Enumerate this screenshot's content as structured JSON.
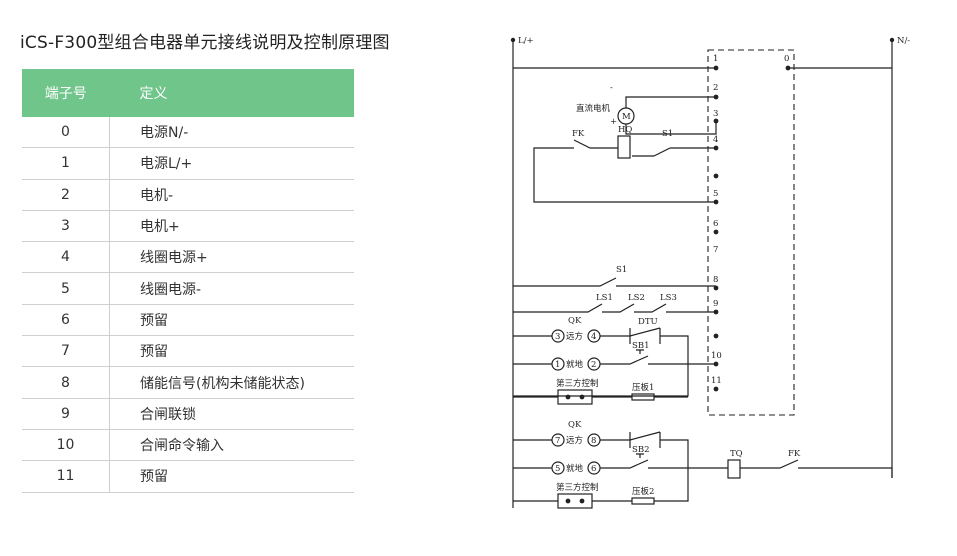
{
  "title": "iCS-F300型组合电器单元接线说明及控制原理图",
  "table": {
    "headers": [
      "端子号",
      "定义"
    ],
    "rows": [
      {
        "num": "0",
        "def": "电源N/-"
      },
      {
        "num": "1",
        "def": "电源L/+"
      },
      {
        "num": "2",
        "def": "电机-"
      },
      {
        "num": "3",
        "def": "电机+"
      },
      {
        "num": "4",
        "def": "线圈电源+"
      },
      {
        "num": "5",
        "def": "线圈电源-"
      },
      {
        "num": "6",
        "def": "预留"
      },
      {
        "num": "7",
        "def": "预留"
      },
      {
        "num": "8",
        "def": "储能信号(机构未储能状态)"
      },
      {
        "num": "9",
        "def": "合闸联锁"
      },
      {
        "num": "10",
        "def": "合闸命令输入"
      },
      {
        "num": "11",
        "def": "预留"
      }
    ]
  },
  "diagram": {
    "supply_left": "L/+",
    "supply_right": "N/-",
    "terminals": [
      "0",
      "1",
      "2",
      "3",
      "4",
      "5",
      "6",
      "7",
      "8",
      "9",
      "10",
      "11"
    ],
    "motor_label": "直流电机",
    "motor_symbol": "M",
    "motor_minus": "-",
    "motor_plus": "+",
    "fk": "FK",
    "hq": "HQ",
    "s1": "S1",
    "ls1": "LS1",
    "ls2": "LS2",
    "ls3": "LS3",
    "qk": "QK",
    "dtu": "DTU",
    "remote": "远方",
    "local": "就地",
    "sb1": "SB1",
    "sb2": "SB2",
    "third_party": "第三方控制",
    "plate1": "压板1",
    "plate2": "压板2",
    "tq": "TQ",
    "n3": "3",
    "n4": "4",
    "n1": "1",
    "n2": "2",
    "n7": "7",
    "n8": "8",
    "n5": "5",
    "n6": "6"
  }
}
